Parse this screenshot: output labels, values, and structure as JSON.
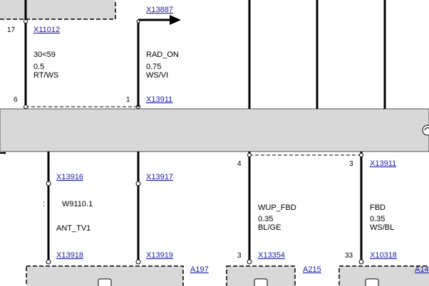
{
  "connectors": {
    "top_arrow": "X13887",
    "left_top": "X11012",
    "left_bus": "X13911",
    "bottom_a": "X13916",
    "bottom_b": "X13917",
    "bottom_c": "X13918",
    "bottom_d": "X13919",
    "right_top": "X13911",
    "right_mid": "X13354",
    "right_low": "X10318"
  },
  "pins": {
    "p17": "17",
    "p6": "6",
    "p1": "1",
    "p4": "4",
    "p3a": "3",
    "p3b": "3",
    "p33": "33"
  },
  "wires": {
    "w1_sig": "30<59",
    "w1_size": "0.5",
    "w1_color": "RT/WS",
    "w2_sig": "RAD_ON",
    "w2_size": "0.75",
    "w2_color": "WS/VI",
    "w3_code": "W9110.1",
    "w3_name": "ANT_TV1",
    "w4_sig": "WUP_FBD",
    "w4_size": "0.35",
    "w4_color": "BL/GE",
    "w5_sig": "FBD",
    "w5_size": "0.35",
    "w5_color": "WS/BL"
  },
  "components": {
    "a197": "A197",
    "a215": "A215",
    "a14": "A14"
  },
  "colors": {
    "wire": "#000000",
    "bus_fill": "#d8d8d8",
    "box_fill": "#d8d8d8",
    "link": "#1a1aa6"
  }
}
